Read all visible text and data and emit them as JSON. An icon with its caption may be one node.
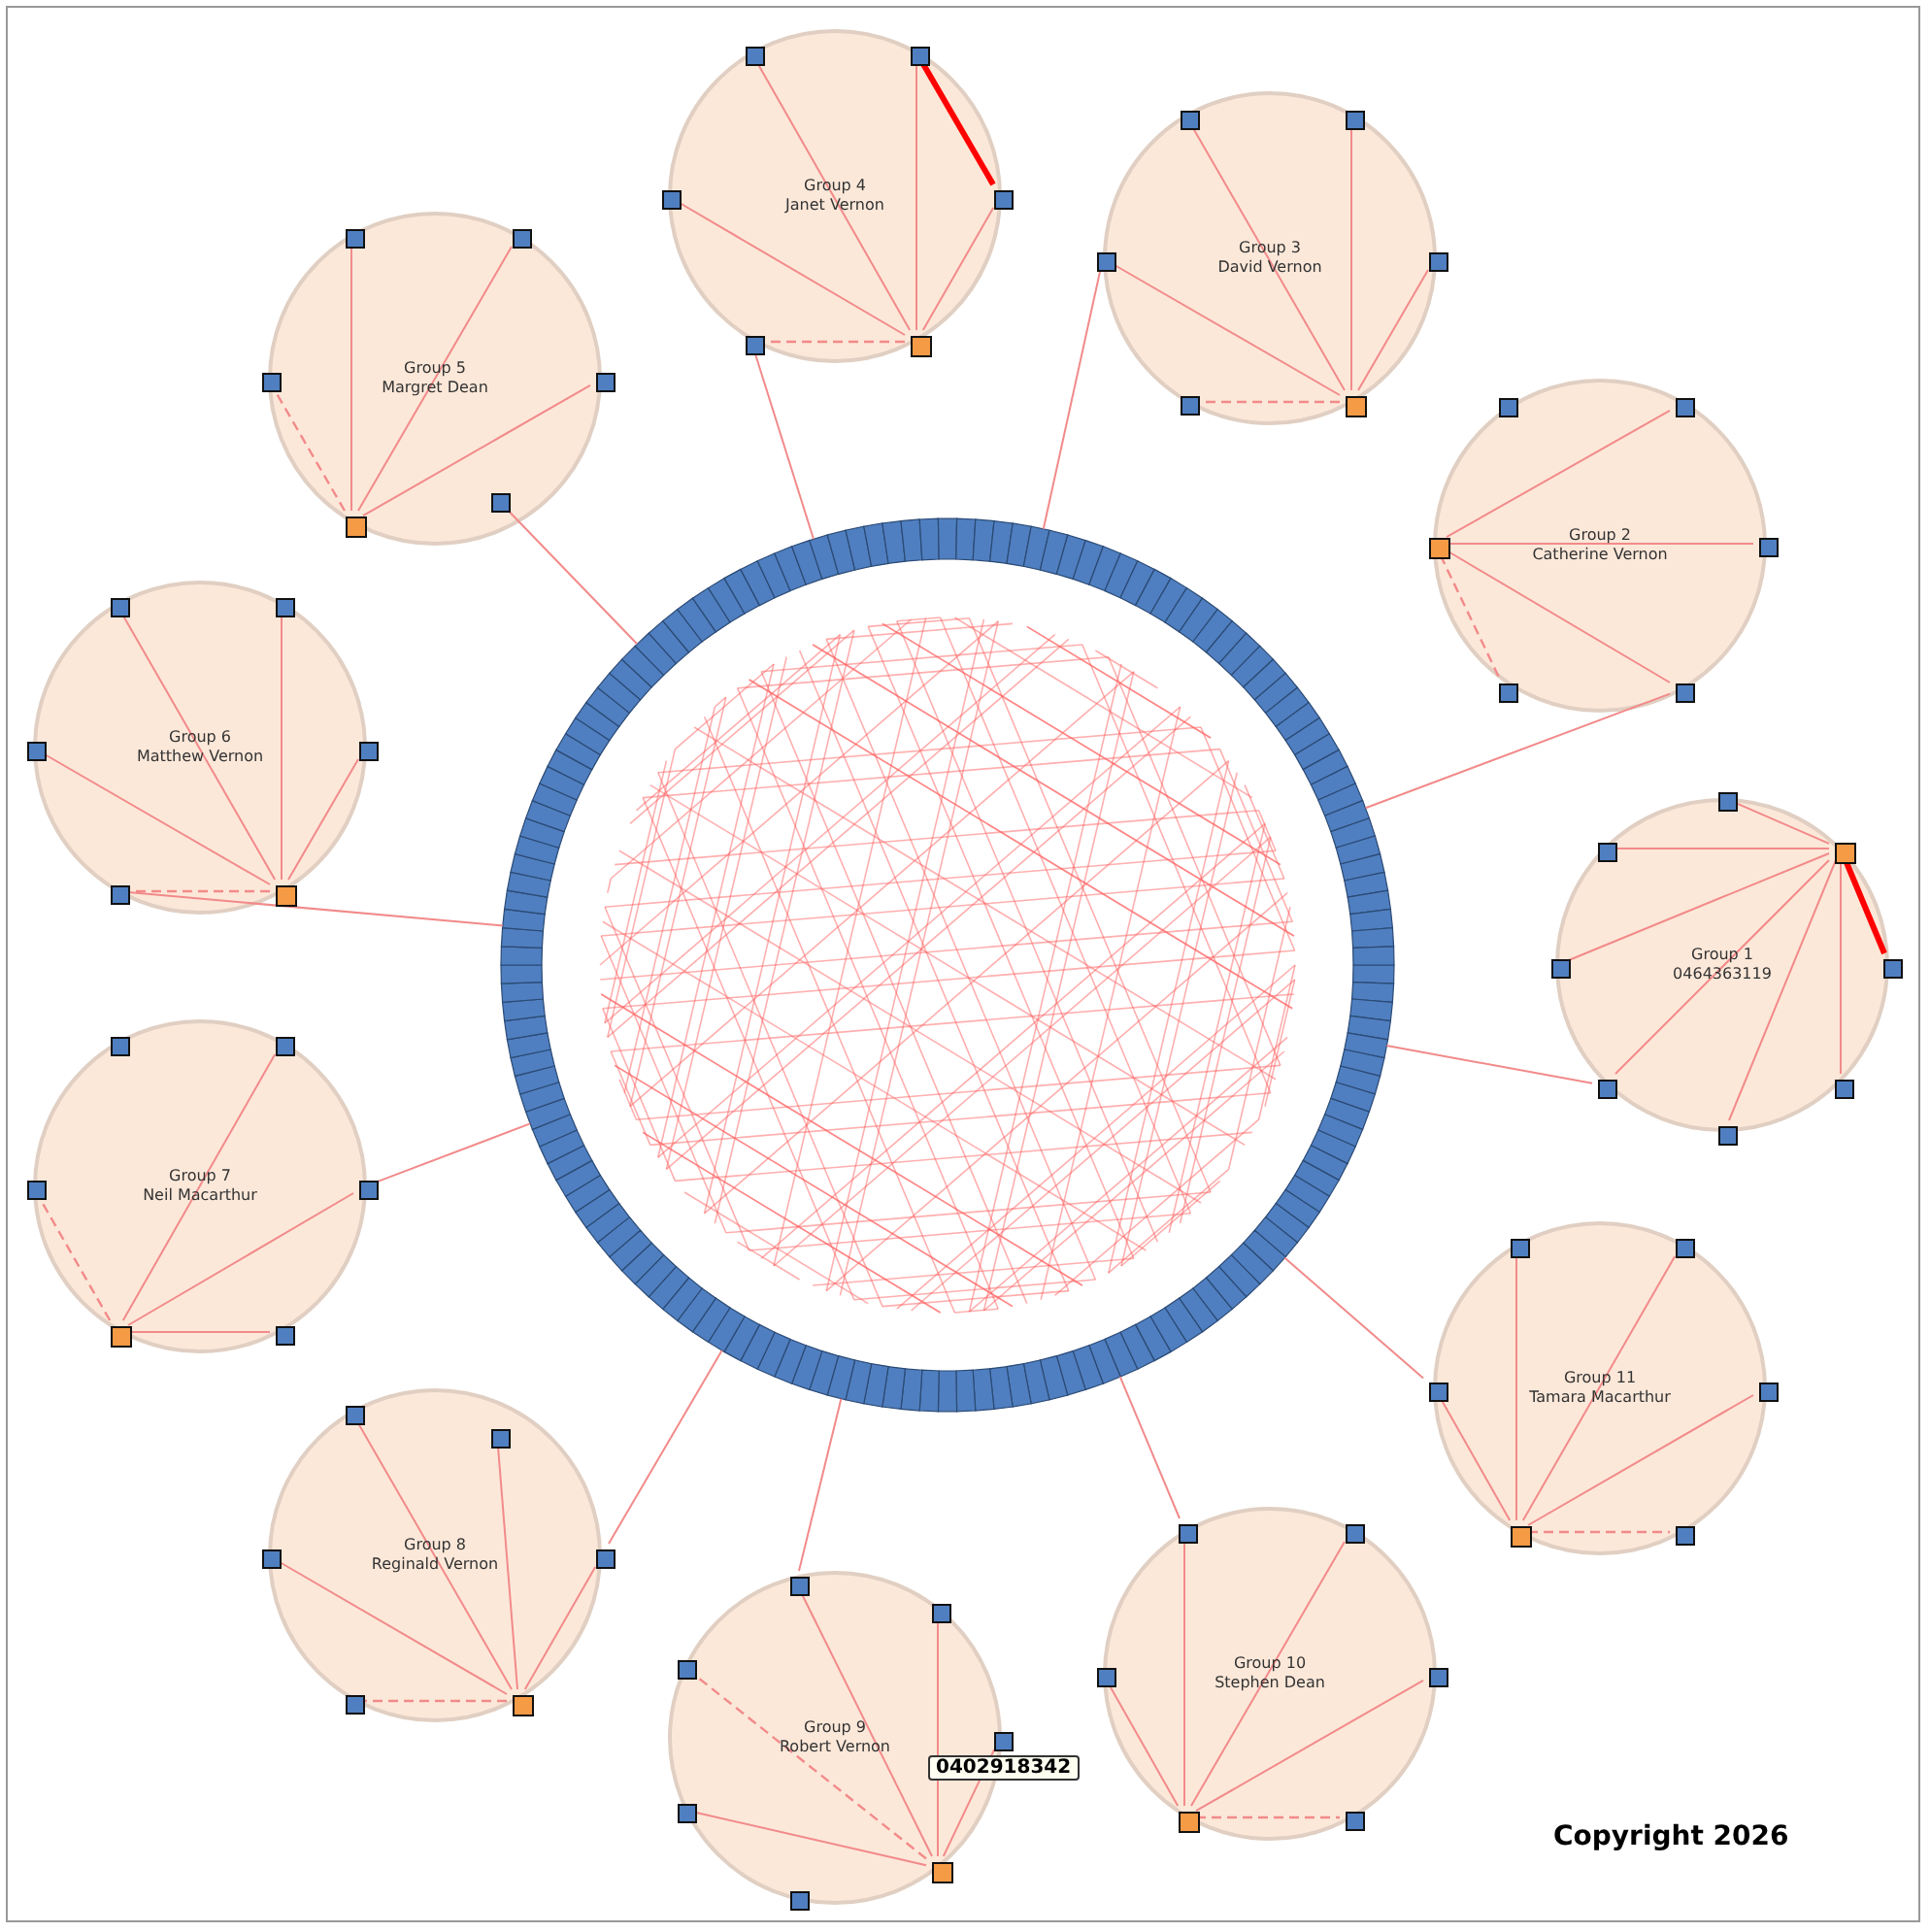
{
  "diagram": {
    "nodes": [
      {
        "text": [],
        "shape": "picture"
      },
      {
        "text": [
          "Group 1",
          "0464363119"
        ]
      },
      {
        "text": [],
        "shape": "box",
        "in": 1
      },
      {
        "text": [],
        "shape": "box",
        "in": 1
      },
      {
        "text": [],
        "shape": "box",
        "in": 1
      },
      {
        "text": [],
        "shape": "box",
        "in": 1
      },
      {
        "text": [],
        "shape": "box",
        "in": 1
      },
      {
        "text": [],
        "shape": "box",
        "in": 1
      },
      {
        "text": [],
        "shape": "box",
        "in": 1
      },
      {
        "text": [],
        "shape": "box",
        "in": 1
      },
      {
        "text": [
          "Group 2",
          "Catherine Vernon"
        ]
      },
      {
        "text": [],
        "shape": "box",
        "in": 10
      },
      {
        "text": [],
        "shape": "box",
        "in": 10
      },
      {
        "text": [],
        "shape": "box",
        "in": 10
      },
      {
        "text": [],
        "shape": "box",
        "in": 10
      },
      {
        "text": [],
        "shape": "box",
        "in": 10
      },
      {
        "text": [],
        "shape": "box",
        "in": 10
      },
      {
        "text": [
          "Group 3",
          "David Vernon"
        ]
      },
      {
        "text": [],
        "shape": "box",
        "in": 17
      },
      {
        "text": [],
        "shape": "box",
        "in": 17
      },
      {
        "text": [],
        "shape": "box",
        "in": 17
      },
      {
        "text": [],
        "shape": "box",
        "in": 17
      },
      {
        "text": [],
        "shape": "box",
        "in": 17
      },
      {
        "text": [],
        "shape": "box",
        "in": 17
      },
      {
        "text": [
          "Group 4",
          "Janet Vernon"
        ]
      },
      {
        "text": [],
        "shape": "box",
        "in": 24
      },
      {
        "text": [],
        "shape": "box",
        "in": 24
      },
      {
        "text": [],
        "shape": "box",
        "in": 24
      },
      {
        "text": [],
        "shape": "box",
        "in": 24
      },
      {
        "text": [],
        "shape": "box",
        "in": 24
      },
      {
        "text": [],
        "shape": "box",
        "in": 24
      },
      {
        "text": [
          "Group 5",
          "Margret Dean"
        ]
      },
      {
        "text": [],
        "shape": "box",
        "in": 31
      },
      {
        "text": [],
        "shape": "box",
        "in": 31
      },
      {
        "text": [],
        "shape": "box",
        "in": 31
      },
      {
        "text": [],
        "shape": "box",
        "in": 31
      },
      {
        "text": [],
        "shape": "box",
        "in": 31
      },
      {
        "text": [],
        "shape": "box",
        "in": 31
      },
      {
        "text": [
          "Group 6",
          "Matthew Vernon"
        ]
      },
      {
        "text": [],
        "shape": "box",
        "in": 38
      },
      {
        "text": [],
        "shape": "box",
        "in": 38
      },
      {
        "text": [],
        "shape": "box",
        "in": 38
      },
      {
        "text": [],
        "shape": "box",
        "in": 38
      },
      {
        "text": [],
        "shape": "box",
        "in": 38
      },
      {
        "text": [],
        "shape": "box",
        "in": 38
      },
      {
        "text": [
          "Group 7",
          "Neil Macarthur"
        ]
      },
      {
        "text": [],
        "shape": "box",
        "in": 45
      },
      {
        "text": [],
        "shape": "box",
        "in": 45
      },
      {
        "text": [],
        "shape": "box",
        "in": 45
      },
      {
        "text": [],
        "shape": "box",
        "in": 45
      },
      {
        "text": [],
        "shape": "box",
        "in": 45
      },
      {
        "text": [],
        "shape": "box",
        "in": 45
      },
      {
        "text": [
          "Group 8",
          "Reginald Vernon"
        ]
      },
      {
        "text": [],
        "shape": "box",
        "in": 52
      },
      {
        "text": [],
        "shape": "box",
        "in": 52
      },
      {
        "text": [],
        "shape": "box",
        "in": 52
      },
      {
        "text": [],
        "shape": "box",
        "in": 52
      },
      {
        "text": [],
        "shape": "box",
        "in": 52
      },
      {
        "text": [],
        "shape": "box",
        "in": 52
      },
      {
        "text": [
          "Group 9",
          "Robert Vernon"
        ]
      },
      {
        "text": [],
        "shape": "box",
        "in": 59
      },
      {
        "text": [],
        "shape": "box",
        "in": 59
      },
      {
        "text": [],
        "shape": "box",
        "in": 59
      },
      {
        "text": [],
        "shape": "box",
        "in": 59
      },
      {
        "text": [],
        "shape": "box",
        "in": 59
      },
      {
        "text": [],
        "shape": "box",
        "in": 59
      },
      {
        "text": [],
        "shape": "box",
        "in": 59
      },
      {
        "text": [
          "Group 10",
          "Stephen Dean"
        ]
      },
      {
        "text": [],
        "shape": "box",
        "in": 67
      },
      {
        "text": [],
        "shape": "box",
        "in": 67
      },
      {
        "text": [],
        "shape": "box",
        "in": 67
      },
      {
        "text": [],
        "shape": "box",
        "in": 67
      },
      {
        "text": [],
        "shape": "box",
        "in": 67
      },
      {
        "text": [],
        "shape": "box",
        "in": 67
      },
      {
        "text": [
          "Group 11",
          "Tamara Macarthur"
        ]
      },
      {
        "text": [],
        "shape": "box",
        "in": 74
      },
      {
        "text": [],
        "shape": "box",
        "in": 74
      },
      {
        "text": [],
        "shape": "box",
        "in": 74
      },
      {
        "text": [],
        "shape": "box",
        "in": 74
      },
      {
        "text": [],
        "shape": "box",
        "in": 74
      },
      {
        "text": [],
        "shape": "box",
        "in": 74
      }
    ],
    "edges": [
      {
        "from": 2,
        "to": 9,
        "arrow": "none",
        "style": "thick",
        "color": "#ff0000"
      },
      {
        "from": 2,
        "to": 3,
        "arrow": "none"
      },
      {
        "from": 2,
        "to": 4,
        "arrow": "none"
      },
      {
        "from": 2,
        "to": 5,
        "arrow": "none"
      },
      {
        "from": 2,
        "to": 6,
        "arrow": "none"
      },
      {
        "from": 2,
        "to": 7,
        "arrow": "none"
      },
      {
        "from": 2,
        "to": 8,
        "arrow": "none"
      },
      {
        "from": 6,
        "to": 0,
        "arrow": "none"
      },
      {
        "from": 11,
        "to": 13,
        "arrow": "none"
      },
      {
        "from": 11,
        "to": 14,
        "arrow": "none"
      },
      {
        "from": 11,
        "to": 15,
        "arrow": "none"
      },
      {
        "from": 11,
        "to": 16,
        "arrow": "none",
        "style": "dashed"
      },
      {
        "from": 15,
        "to": 0,
        "arrow": "none"
      },
      {
        "from": 18,
        "to": 19,
        "arrow": "none"
      },
      {
        "from": 18,
        "to": 20,
        "arrow": "none"
      },
      {
        "from": 18,
        "to": 21,
        "arrow": "none"
      },
      {
        "from": 18,
        "to": 23,
        "arrow": "none"
      },
      {
        "from": 18,
        "to": 22,
        "arrow": "none",
        "style": "dashed"
      },
      {
        "from": 23,
        "to": 0,
        "arrow": "none"
      },
      {
        "from": 27,
        "to": 28,
        "arrow": "none",
        "style": "thick",
        "color": "#ff0000"
      },
      {
        "from": 25,
        "to": 26,
        "arrow": "none"
      },
      {
        "from": 25,
        "to": 27,
        "arrow": "none"
      },
      {
        "from": 25,
        "to": 28,
        "arrow": "none"
      },
      {
        "from": 25,
        "to": 30,
        "arrow": "none"
      },
      {
        "from": 25,
        "to": 29,
        "arrow": "none",
        "style": "dashed"
      },
      {
        "from": 29,
        "to": 0,
        "arrow": "none"
      },
      {
        "from": 32,
        "to": 33,
        "arrow": "none"
      },
      {
        "from": 32,
        "to": 34,
        "arrow": "none"
      },
      {
        "from": 32,
        "to": 35,
        "arrow": "none"
      },
      {
        "from": 32,
        "to": 37,
        "arrow": "none",
        "style": "dashed"
      },
      {
        "from": 36,
        "to": 0,
        "arrow": "none"
      },
      {
        "from": 39,
        "to": 40,
        "arrow": "none"
      },
      {
        "from": 39,
        "to": 41,
        "arrow": "none"
      },
      {
        "from": 39,
        "to": 42,
        "arrow": "none"
      },
      {
        "from": 39,
        "to": 44,
        "arrow": "none"
      },
      {
        "from": 39,
        "to": 43,
        "arrow": "none",
        "style": "dashed"
      },
      {
        "from": 43,
        "to": 0,
        "arrow": "none"
      },
      {
        "from": 46,
        "to": 48,
        "arrow": "none"
      },
      {
        "from": 46,
        "to": 49,
        "arrow": "none"
      },
      {
        "from": 46,
        "to": 50,
        "arrow": "none"
      },
      {
        "from": 46,
        "to": 51,
        "arrow": "none",
        "style": "dashed"
      },
      {
        "from": 49,
        "to": 0,
        "arrow": "none"
      },
      {
        "from": 53,
        "to": 54,
        "arrow": "none"
      },
      {
        "from": 53,
        "to": 55,
        "arrow": "none"
      },
      {
        "from": 53,
        "to": 56,
        "arrow": "none"
      },
      {
        "from": 53,
        "to": 58,
        "arrow": "none"
      },
      {
        "from": 53,
        "to": 57,
        "arrow": "none",
        "style": "dashed"
      },
      {
        "from": 56,
        "to": 0,
        "arrow": "none"
      },
      {
        "from": 60,
        "to": 61,
        "arrow": "none"
      },
      {
        "from": 60,
        "to": 62,
        "arrow": "none"
      },
      {
        "from": 60,
        "to": 63,
        "arrow": "none"
      },
      {
        "from": 60,
        "to": 65,
        "arrow": "none"
      },
      {
        "from": 60,
        "to": 66,
        "arrow": "none",
        "style": "dashed"
      },
      {
        "from": 61,
        "to": 0,
        "arrow": "none"
      },
      {
        "from": 68,
        "to": 69,
        "arrow": "none"
      },
      {
        "from": 68,
        "to": 70,
        "arrow": "none"
      },
      {
        "from": 68,
        "to": 71,
        "arrow": "none"
      },
      {
        "from": 68,
        "to": 73,
        "arrow": "none"
      },
      {
        "from": 68,
        "to": 72,
        "arrow": "none",
        "style": "dashed"
      },
      {
        "from": 69,
        "to": 0,
        "arrow": "none"
      },
      {
        "from": 75,
        "to": 76,
        "arrow": "none"
      },
      {
        "from": 75,
        "to": 77,
        "arrow": "none"
      },
      {
        "from": 75,
        "to": 78,
        "arrow": "none"
      },
      {
        "from": 75,
        "to": 80,
        "arrow": "none"
      },
      {
        "from": 75,
        "to": 79,
        "arrow": "none",
        "style": "dashed"
      },
      {
        "from": 80,
        "to": 0,
        "arrow": "none"
      }
    ],
    "labels": [
      "0402918342",
      "Copyright 2026"
    ]
  }
}
